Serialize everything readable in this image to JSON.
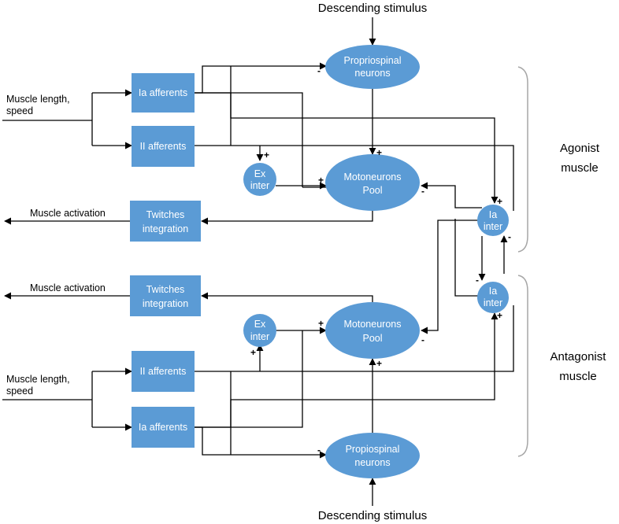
{
  "stimulus": {
    "top": "Descending stimulus",
    "bottom": "Descending stimulus"
  },
  "inputs": {
    "top": [
      "Muscle length,",
      "speed"
    ],
    "bottom": [
      "Muscle length,",
      "speed"
    ]
  },
  "outputs": {
    "top": "Muscle activation",
    "bottom": "Muscle activation"
  },
  "nodes": {
    "ia_afferents_top": [
      "Ia afferents"
    ],
    "ii_afferents_top": [
      "II afferents"
    ],
    "propriospinal_top": [
      "Propriospinal",
      "neurons"
    ],
    "ex_inter_top": [
      "Ex",
      "inter"
    ],
    "motoneurons_top": [
      "Motoneurons",
      "Pool"
    ],
    "twitches_top": [
      "Twitches",
      "integration"
    ],
    "ia_inter_top": [
      "Ia",
      "inter"
    ],
    "ia_inter_bottom": [
      "Ia",
      "inter"
    ],
    "twitches_bottom": [
      "Twitches",
      "integration"
    ],
    "ex_inter_bottom": [
      "Ex",
      "inter"
    ],
    "motoneurons_bottom": [
      "Motoneurons",
      "Pool"
    ],
    "ii_afferents_bottom": [
      "II afferents"
    ],
    "ia_afferents_bottom": [
      "Ia afferents"
    ],
    "propriospinal_bottom": [
      "Propiospinal",
      "neurons"
    ]
  },
  "groups": {
    "agonist": [
      "Agonist",
      "muscle"
    ],
    "antagonist": [
      "Antagonist",
      "muscle"
    ]
  },
  "signs": {
    "plus": "+",
    "minus": "-"
  },
  "colors": {
    "node_fill": "#5b9bd5",
    "brace": "#a6a6a6"
  }
}
